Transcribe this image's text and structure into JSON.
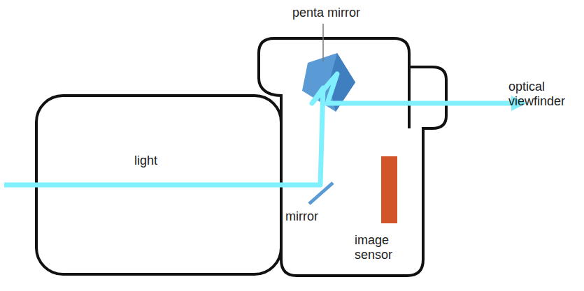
{
  "diagram": {
    "labels": [
      "penta mirror",
      "light",
      "mirror",
      "image sensor",
      "optical viewfinder"
    ]
  }
}
